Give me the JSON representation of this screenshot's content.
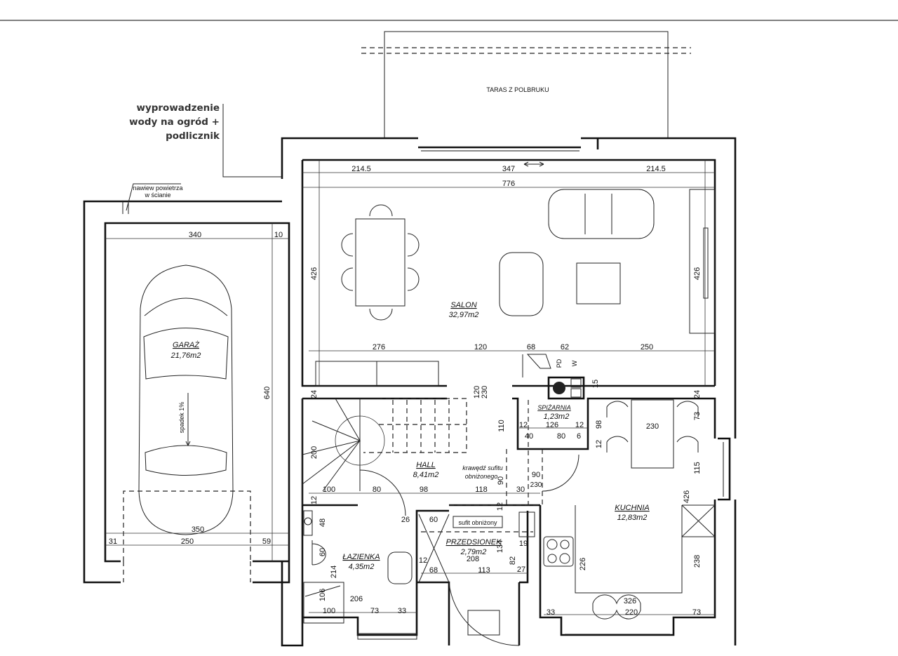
{
  "rooms": {
    "salon": {
      "name": "SALON",
      "area": "32,97m2"
    },
    "garaz": {
      "name": "GARAŻ",
      "area": "21,76m2"
    },
    "hall": {
      "name": "HALL",
      "area": "8,41m2"
    },
    "spizarnia": {
      "name": "SPIŻARNIA",
      "area": "1,23m2"
    },
    "kuchnia": {
      "name": "KUCHNIA",
      "area": "12,83m2"
    },
    "lazienka": {
      "name": "ŁAZIENKA",
      "area": "4,35m2"
    },
    "przedsionek": {
      "name": "PRZEDSIONEK",
      "area": "2,79m2"
    }
  },
  "labels": {
    "taras": "TARAS Z POLBRUKU",
    "water_outlet": [
      "wyprowadzenie",
      "wody na ogród +",
      "podlicznik"
    ],
    "air_inlet": [
      "nawiew powietrza",
      "w ścianie"
    ],
    "slope": "spadek 1%",
    "ceiling_edge": [
      "krawędź sufitu",
      "obniżonego"
    ],
    "lowered_ceiling": "sufit obniżony",
    "pd": "PD",
    "w": "W"
  },
  "dims": {
    "salon": [
      "214.5",
      "347",
      "214.5",
      "776",
      "426",
      "426",
      "276",
      "120",
      "68",
      "62",
      "250",
      "24",
      "24",
      "120",
      "230",
      "15"
    ],
    "garage": [
      "340",
      "10",
      "640",
      "350",
      "31",
      "250",
      "59"
    ],
    "hall": [
      "200",
      "100",
      "80",
      "98",
      "118",
      "90",
      "110",
      "12",
      "30",
      "90",
      "230"
    ],
    "pantry": [
      "12",
      "126",
      "12",
      "40",
      "80",
      "6",
      "98",
      "12",
      "230",
      "73",
      "115",
      "426"
    ],
    "bath": [
      "48",
      "60",
      "214",
      "106",
      "206",
      "100",
      "73",
      "33",
      "26"
    ],
    "vestibule": [
      "60",
      "12",
      "208",
      "68",
      "113",
      "134",
      "82",
      "19",
      "27",
      "12"
    ],
    "kitchen": [
      "226",
      "238",
      "33",
      "326",
      "220",
      "73"
    ]
  }
}
